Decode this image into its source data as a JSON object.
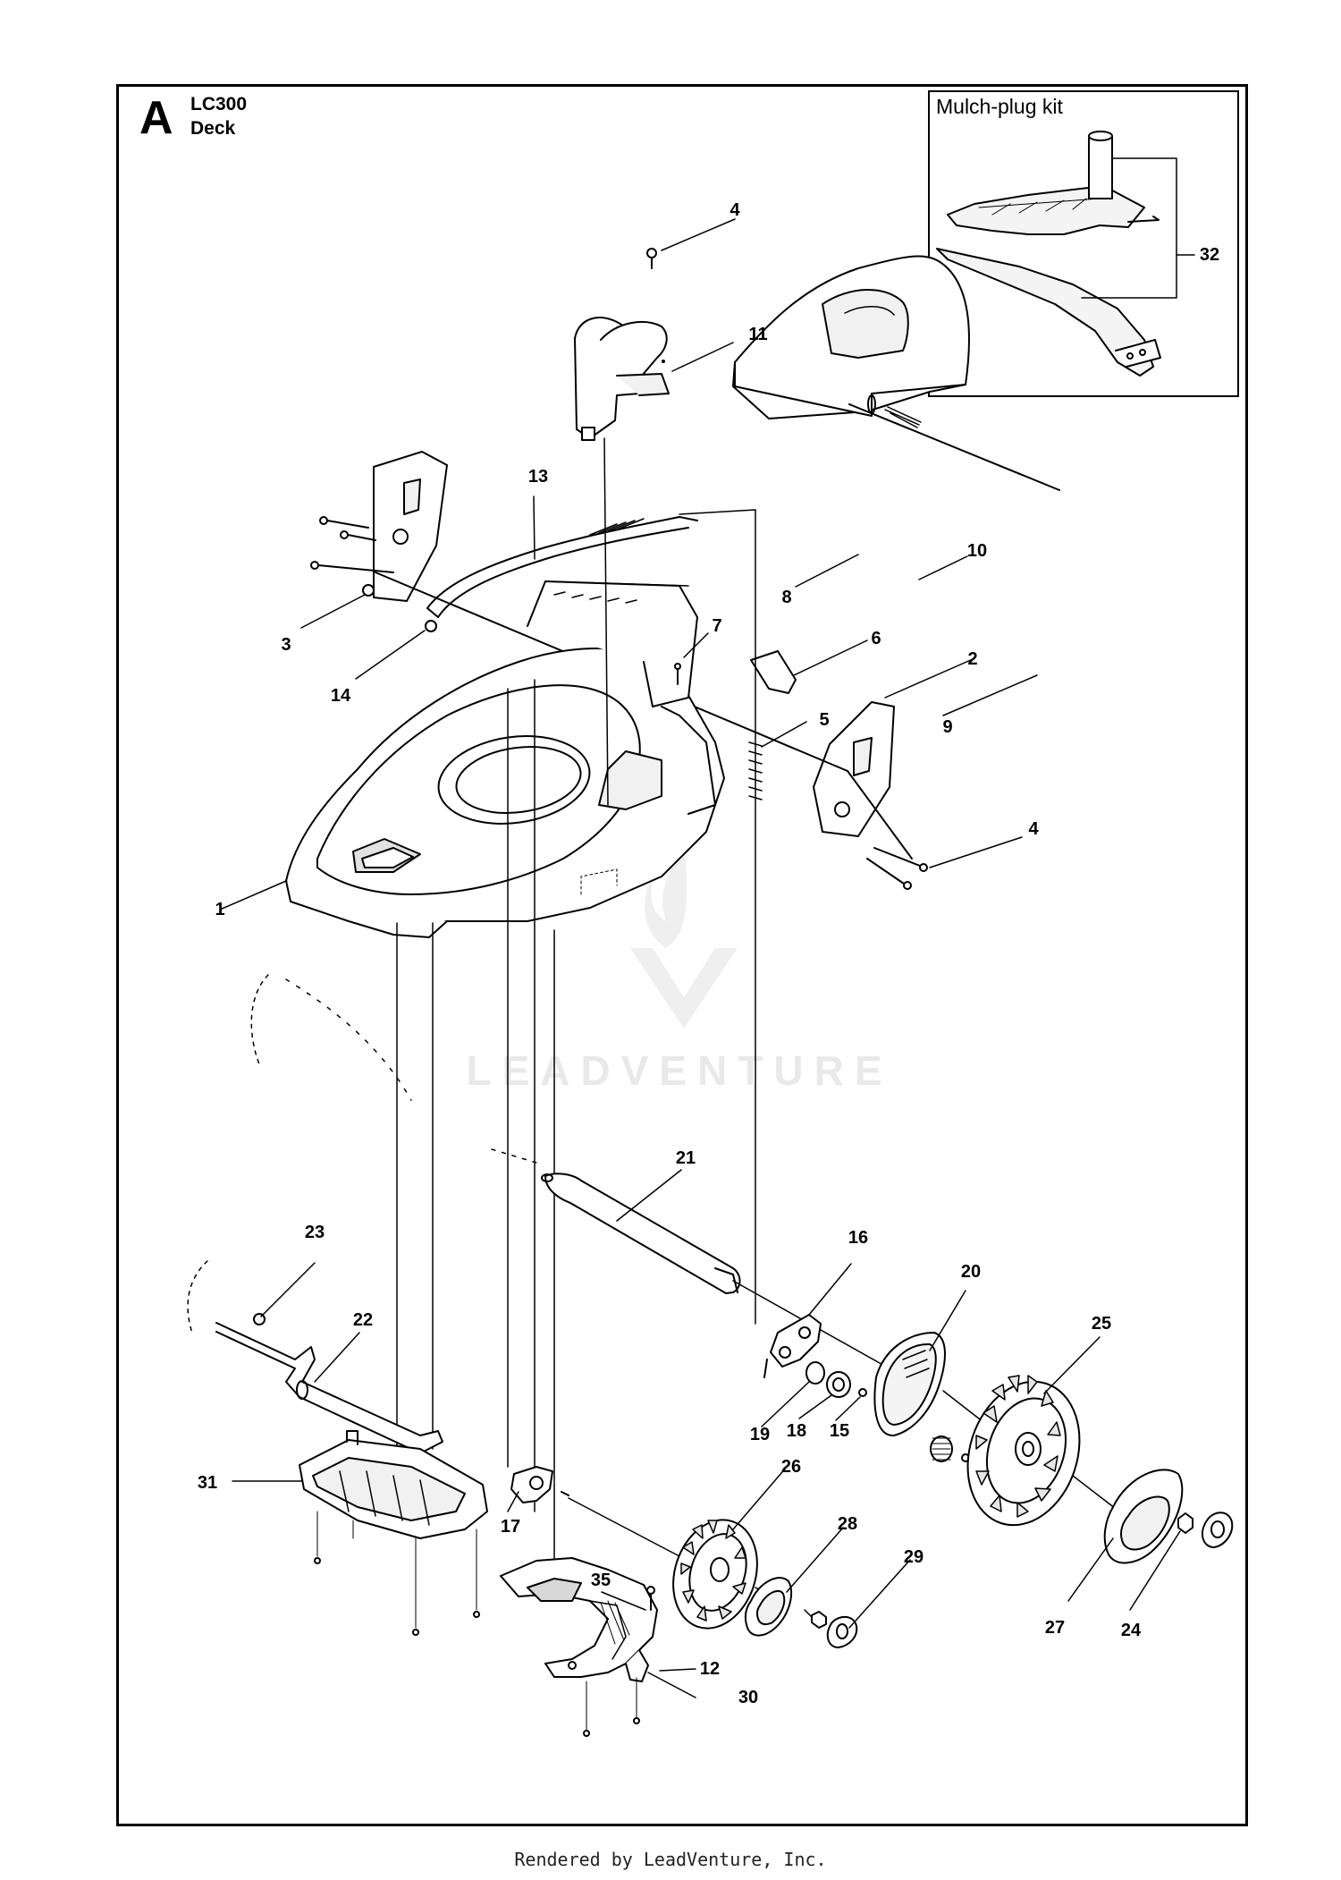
{
  "header": {
    "section_letter": "A",
    "model": "LC300",
    "assembly": "Deck"
  },
  "inset": {
    "title": "Mulch-plug kit"
  },
  "callouts": [
    "1",
    "2",
    "3",
    "4",
    "4",
    "5",
    "6",
    "7",
    "8",
    "9",
    "10",
    "11",
    "12",
    "13",
    "14",
    "15",
    "16",
    "17",
    "18",
    "19",
    "20",
    "21",
    "22",
    "23",
    "24",
    "25",
    "26",
    "27",
    "28",
    "29",
    "30",
    "31",
    "32",
    "35"
  ],
  "watermark": {
    "text": "LEADVENTURE"
  },
  "footer": {
    "credit": "Rendered by LeadVenture, Inc."
  }
}
